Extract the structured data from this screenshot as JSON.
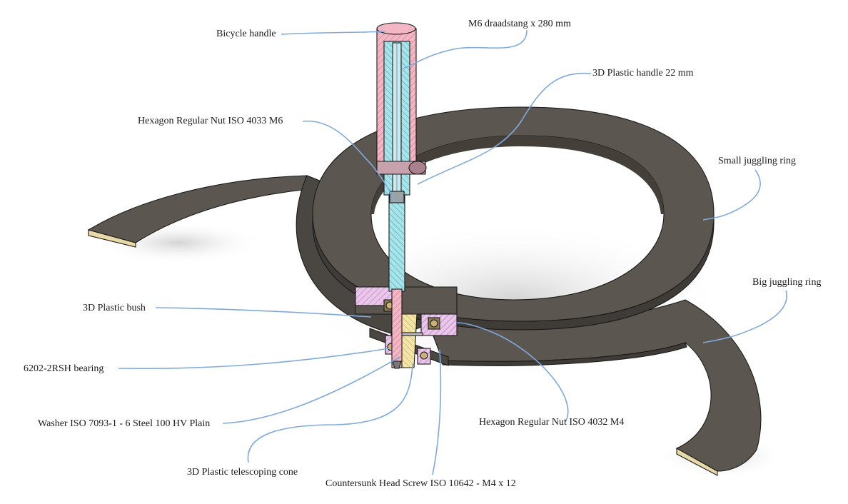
{
  "labels": {
    "bicycle_handle": "Bicycle handle",
    "m6_rod": "M6 draadstang x 280 mm",
    "plastic_handle": "3D Plastic handle 22 mm",
    "hex_nut_m6": "Hexagon Regular Nut ISO 4033 M6",
    "small_ring": "Small juggling ring",
    "big_ring": "Big juggling ring",
    "plastic_bush": "3D Plastic bush",
    "bearing": "6202-2RSH bearing",
    "washer": "Washer ISO 7093-1 - 6 Steel 100 HV Plain",
    "telescoping_cone": "3D Plastic telescoping cone",
    "hex_nut_m4": "Hexagon Regular Nut ISO 4032 M4",
    "countersunk_screw": "Countersunk Head Screw ISO 10642 - M4 x 12"
  },
  "colors": {
    "ring_top": "#5b5650",
    "ring_side": "#3f3b37",
    "ring_edge_fill": "#e9d9a6",
    "handle_section": "#f2b6c4",
    "rod_section": "#a6e4ea",
    "bush_section": "#e9c6ea",
    "cone_section": "#f3e4a8",
    "leader": "#7fa9dc",
    "shadow": "#d9d9d9"
  }
}
